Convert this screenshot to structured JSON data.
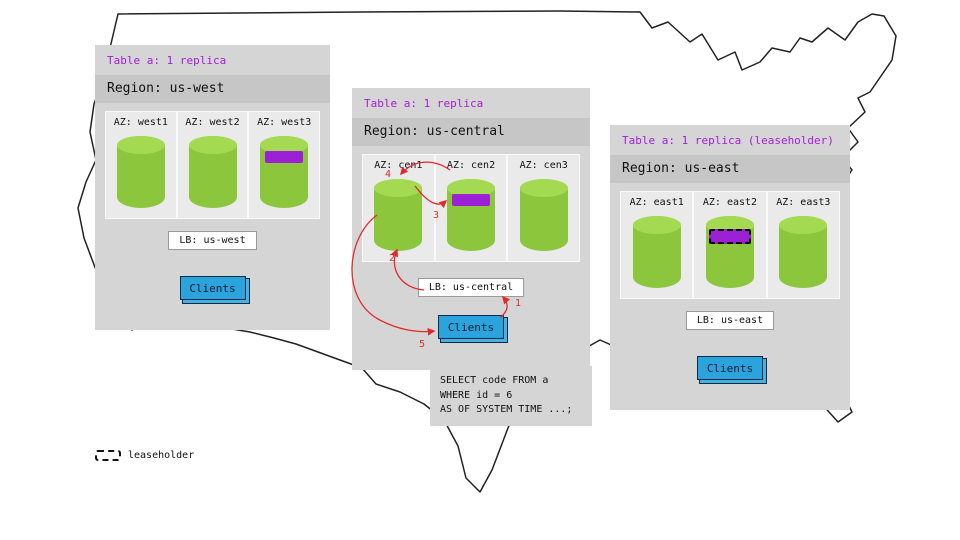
{
  "regions": [
    {
      "table_label": "Table a: 1 replica",
      "region_label": "Region: us-west",
      "azs": [
        {
          "label": "AZ: west1",
          "replica": false
        },
        {
          "label": "AZ: west2",
          "replica": false
        },
        {
          "label": "AZ: west3",
          "replica": true,
          "leaseholder": false
        }
      ],
      "lb_label": "LB: us-west",
      "clients_label": "Clients"
    },
    {
      "table_label": "Table a: 1 replica",
      "region_label": "Region: us-central",
      "azs": [
        {
          "label": "AZ: cen1",
          "replica": false
        },
        {
          "label": "AZ: cen2",
          "replica": true,
          "leaseholder": false
        },
        {
          "label": "AZ: cen3",
          "replica": false
        }
      ],
      "lb_label": "LB: us-central",
      "clients_label": "Clients"
    },
    {
      "table_label": "Table a: 1 replica (leaseholder)",
      "region_label": "Region: us-east",
      "azs": [
        {
          "label": "AZ: east1",
          "replica": false
        },
        {
          "label": "AZ: east2",
          "replica": true,
          "leaseholder": true
        },
        {
          "label": "AZ: east3",
          "replica": false
        }
      ],
      "lb_label": "LB: us-east",
      "clients_label": "Clients"
    }
  ],
  "sql_query": "SELECT code FROM a\nWHERE id = 6\nAS OF SYSTEM TIME ...;",
  "legend_label": "leaseholder",
  "flow_steps": [
    "1",
    "2",
    "3",
    "4",
    "5"
  ],
  "colors": {
    "replica_green": "#8cc63c",
    "replica_green_top": "#a4da51",
    "replica_highlight_purple": "#9b20d6",
    "clients_blue": "#2ba3dc",
    "arrow_red": "#e02b2b",
    "table_label_purple": "#a21fd6",
    "panel_gray": "#d5d5d5",
    "region_band_gray": "#c6c6c6"
  }
}
